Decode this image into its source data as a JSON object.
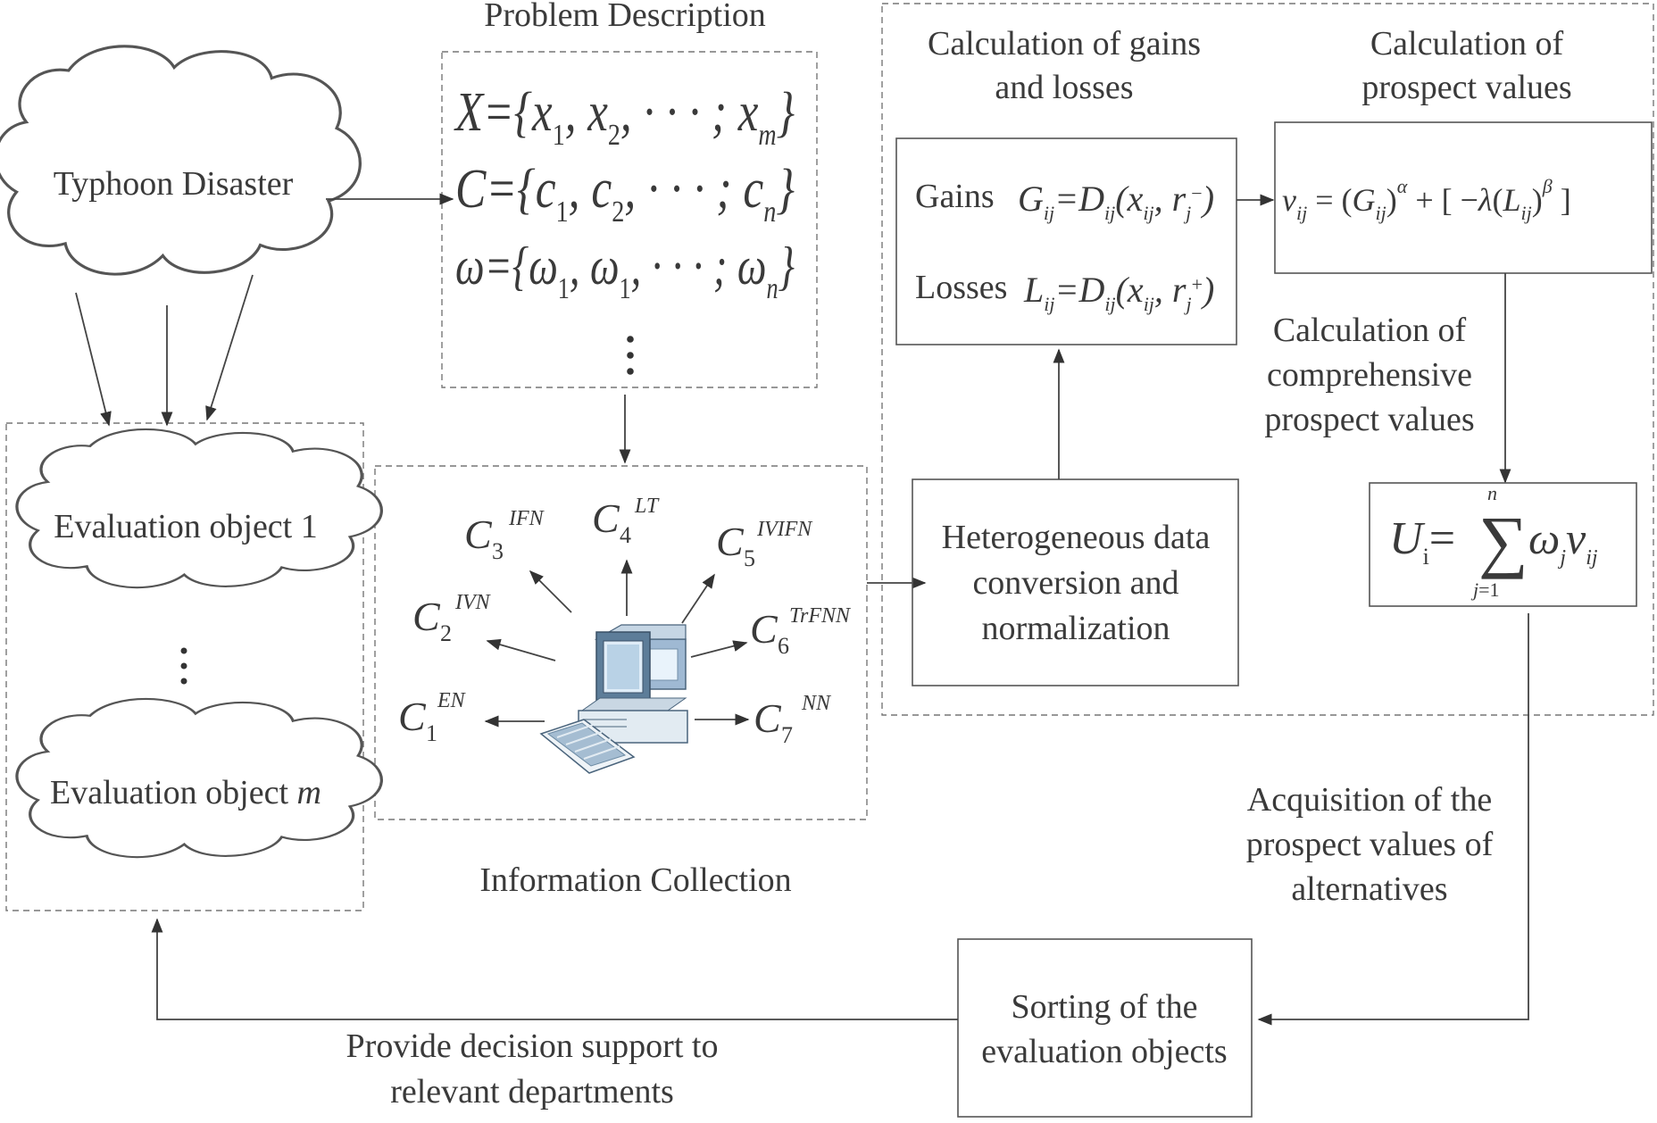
{
  "titles": {
    "problem_description": "Problem Description",
    "information_collection": "Information Collection",
    "calc_gains_losses": [
      "Calculation of gains",
      "and losses"
    ],
    "calc_prospect_values": [
      "Calculation of",
      "prospect values"
    ],
    "calc_comprehensive": [
      "Calculation of",
      "comprehensive",
      "prospect values"
    ],
    "acquisition": [
      "Acquisition of the",
      "prospect values of",
      "alternatives"
    ],
    "decision_support": [
      "Provide decision support to",
      "relevant departments"
    ]
  },
  "clouds": {
    "typhoon": "Typhoon Disaster",
    "eval_1": "Evaluation object 1",
    "eval_m_prefix": "Evaluation object ",
    "eval_m_var": "m"
  },
  "boxes": {
    "hetero": [
      "Heterogeneous data",
      "conversion and",
      "normalization"
    ],
    "sorting": [
      "Sorting of the",
      "evaluation objects"
    ],
    "gains_word": "Gains",
    "losses_word": "Losses"
  },
  "problem_sets": {
    "X": "X={x1, x2, · · · ; xm}",
    "C": "C={c1, c2, · · · ; cn}",
    "omega": "ω={ω1, ω1, · · · ; ωn}"
  },
  "criteria": [
    {
      "base": "C",
      "sub": "1",
      "sup": "EN"
    },
    {
      "base": "C",
      "sub": "2",
      "sup": "IVN"
    },
    {
      "base": "C",
      "sub": "3",
      "sup": "IFN"
    },
    {
      "base": "C",
      "sub": "4",
      "sup": "LT"
    },
    {
      "base": "C",
      "sub": "5",
      "sup": "IVIFN"
    },
    {
      "base": "C",
      "sub": "6",
      "sup": "TrFNN"
    },
    {
      "base": "C",
      "sub": "7",
      "sup": "NN"
    }
  ],
  "icons": [
    "cloud-shape",
    "computer-icon",
    "keyboard-icon",
    "vertical-ellipsis"
  ]
}
